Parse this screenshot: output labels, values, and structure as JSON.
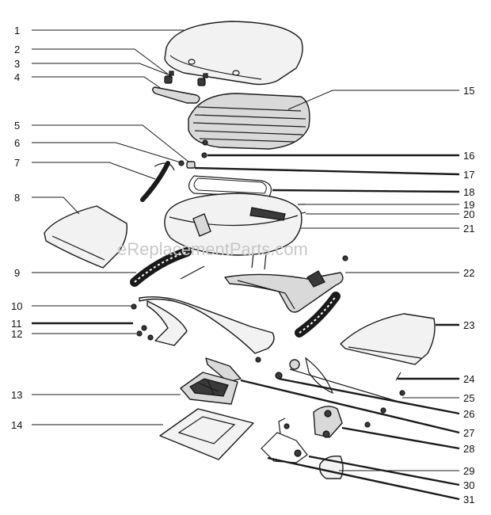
{
  "watermark": "eReplacementParts.com",
  "labels": {
    "l1": "1",
    "l2": "2",
    "l3": "3",
    "l4": "4",
    "l5": "5",
    "l6": "6",
    "l7": "7",
    "l8": "8",
    "l9": "9",
    "l10": "10",
    "l11": "11",
    "l12": "12",
    "l13": "13",
    "l14": "14",
    "l15": "15",
    "l16": "16",
    "l17": "17",
    "l18": "18",
    "l19": "19",
    "l20": "20",
    "l21": "21",
    "l22": "22",
    "l23": "23",
    "l24": "24",
    "l25": "25",
    "l26": "26",
    "l27": "27",
    "l28": "28",
    "l29": "29",
    "l30": "30",
    "l31": "31"
  }
}
